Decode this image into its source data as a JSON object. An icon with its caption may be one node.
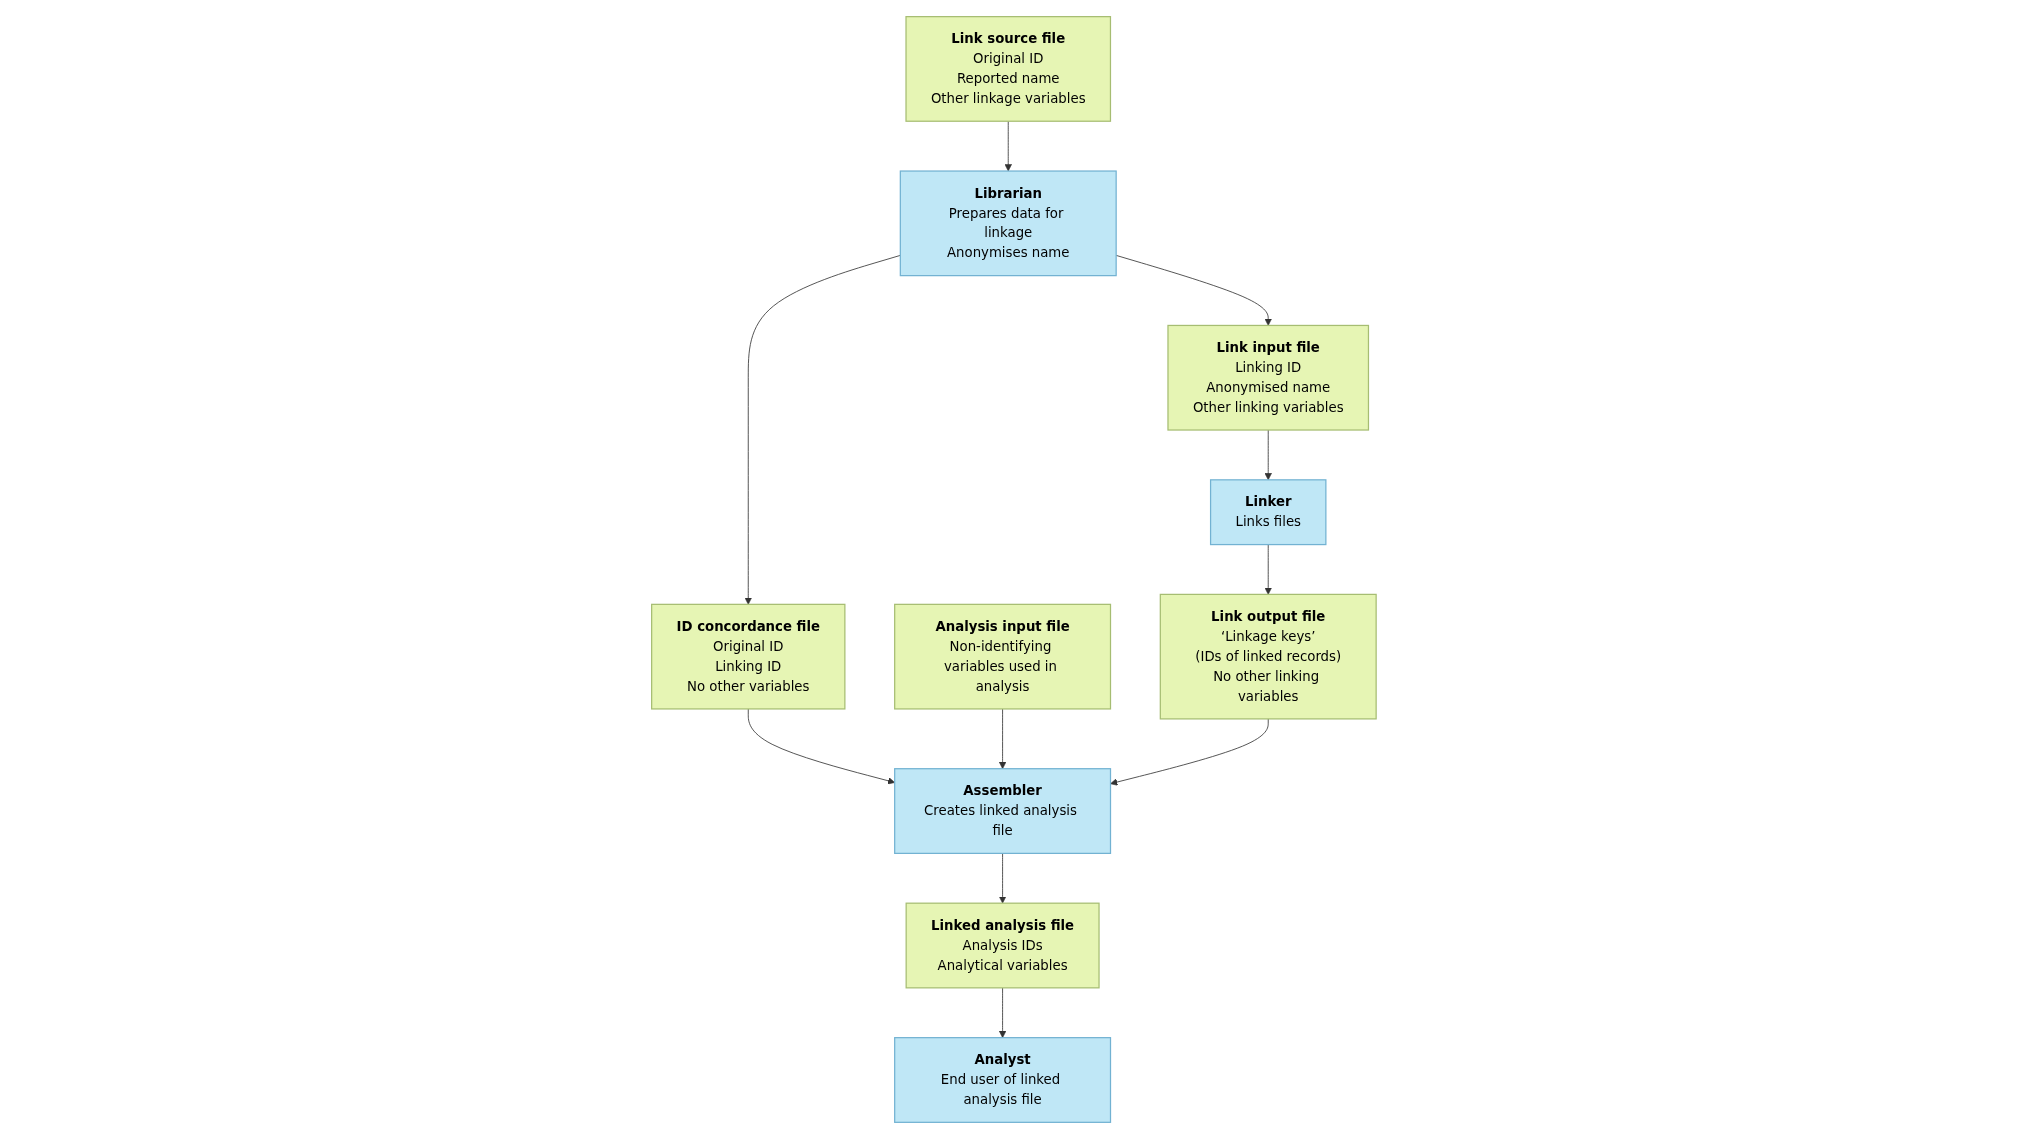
{
  "diagram": {
    "nodes": [
      {
        "text": [
          "Link source file",
          "Original ID",
          "Reported name",
          "Other linkage variables"
        ]
      },
      {
        "text": [
          "Librarian",
          "Prepares data for linkage",
          "Anonymises name"
        ]
      },
      {
        "text": [
          "Link input file",
          "Linking ID",
          "Anonymised name",
          "Other linking variables"
        ]
      },
      {
        "text": [
          "Linker",
          "Links files"
        ]
      },
      {
        "text": [
          "ID concordance file",
          "Original ID",
          "Linking ID",
          "No other variables"
        ]
      },
      {
        "text": [
          "Analysis input file",
          "Non-identifying variables used in analysis"
        ]
      },
      {
        "text": [
          "Assembler",
          "Creates linked analysis file"
        ]
      },
      {
        "text": [
          "Link output file",
          "‘Linkage keys’",
          "(IDs of linked records)",
          "No other linking variables"
        ]
      },
      {
        "text": [
          "Linked analysis file",
          "Analysis IDs",
          "Analytical variables"
        ]
      },
      {
        "text": [
          "Analyst",
          "End user of linked analysis file"
        ]
      }
    ],
    "edges": [
      {
        "from": 0,
        "to": 1,
        "arrow": "to"
      },
      {
        "from": 1,
        "to": 2,
        "arrow": "to"
      },
      {
        "from": 2,
        "to": 3,
        "arrow": "to"
      },
      {
        "from": 1,
        "to": 4,
        "arrow": "to"
      },
      {
        "from": 4,
        "to": 6,
        "arrow": "to"
      },
      {
        "from": 3,
        "to": 7,
        "arrow": "to"
      },
      {
        "from": 5,
        "to": 6,
        "arrow": "to"
      },
      {
        "from": 7,
        "to": 6,
        "arrow": "to"
      },
      {
        "from": 6,
        "to": 8,
        "arrow": "to"
      },
      {
        "from": 8,
        "to": 9,
        "arrow": "to"
      }
    ]
  }
}
